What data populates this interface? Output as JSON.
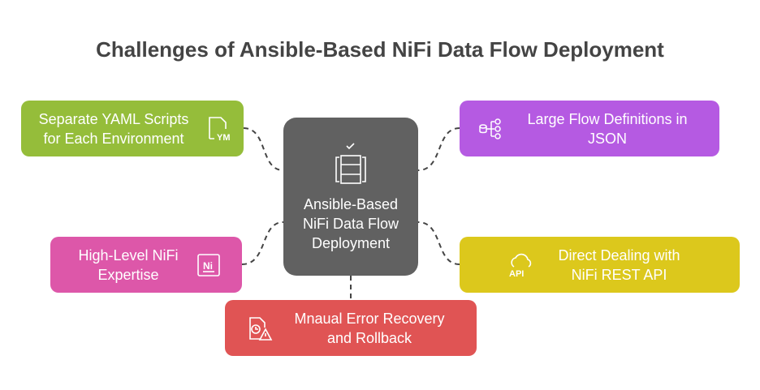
{
  "title": "Challenges of Ansible-Based NiFi Data Flow Deployment",
  "center": {
    "label": "Ansible-Based NiFi Data Flow Deployment",
    "icon": "database-check-icon",
    "color": "#616161"
  },
  "items": [
    {
      "label": "Separate YAML Scripts for Each Environment",
      "icon": "yaml-file-icon",
      "color": "#95bd3a"
    },
    {
      "label": "Large Flow Definitions in JSON",
      "icon": "hierarchy-database-icon",
      "color": "#b55ae2"
    },
    {
      "label": "High-Level NiFi Expertise",
      "icon": "nifi-icon",
      "color": "#dd57a9"
    },
    {
      "label": "Direct Dealing with NiFi REST API",
      "icon": "cloud-api-icon",
      "color": "#dcc81c"
    },
    {
      "label": "Mnaual Error Recovery and Rollback",
      "icon": "file-warning-icon",
      "color": "#e05454"
    }
  ]
}
